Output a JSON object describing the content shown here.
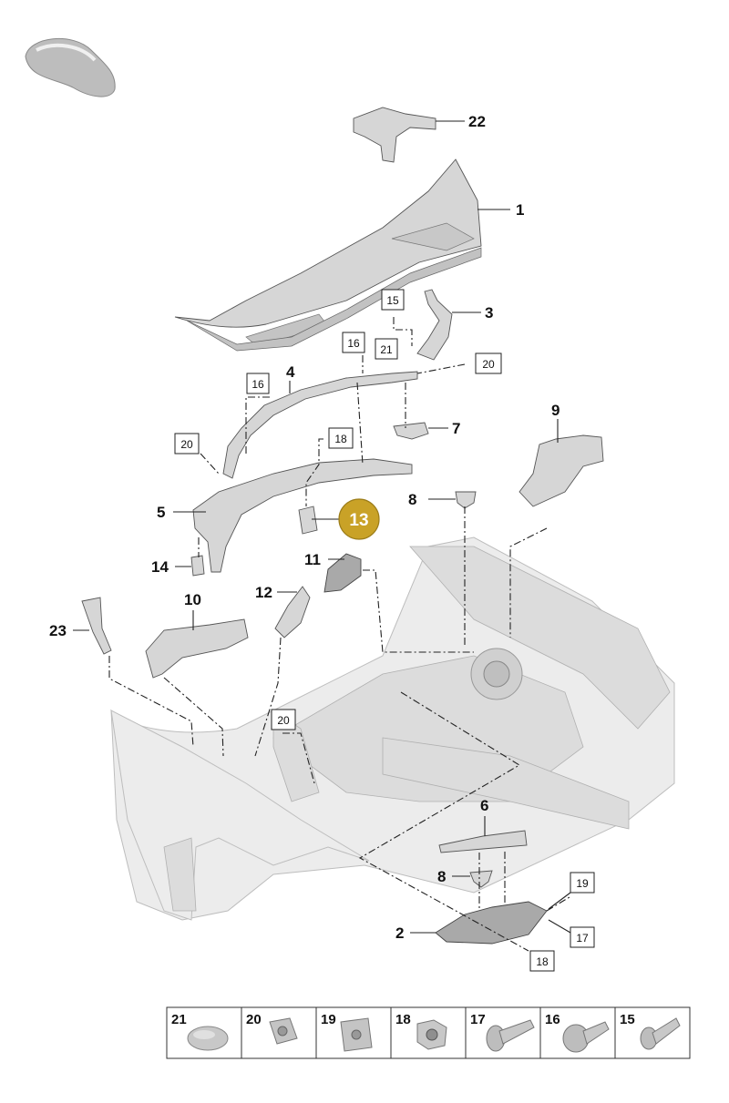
{
  "callouts": {
    "c1": "1",
    "c2": "2",
    "c3": "3",
    "c4": "4",
    "c5": "5",
    "c6": "6",
    "c7": "7",
    "c8a": "8",
    "c8b": "8",
    "c9": "9",
    "c10": "10",
    "c11": "11",
    "c12": "12",
    "c13": "13",
    "c14": "14",
    "c22": "22",
    "c23": "23"
  },
  "boxes": {
    "b15": "15",
    "b16a": "16",
    "b16b": "16",
    "b21": "21",
    "b20a": "20",
    "b20b": "20",
    "b20c": "20",
    "b18a": "18",
    "b18b": "18",
    "b19": "19",
    "b17": "17"
  },
  "legend": [
    {
      "num": "21",
      "icon": "round-plug-icon"
    },
    {
      "num": "20",
      "icon": "clip-nut-icon"
    },
    {
      "num": "19",
      "icon": "plate-nut-icon"
    },
    {
      "num": "18",
      "icon": "hex-nut-icon"
    },
    {
      "num": "17",
      "icon": "flange-screw-icon"
    },
    {
      "num": "16",
      "icon": "washer-screw-icon"
    },
    {
      "num": "15",
      "icon": "screw-icon"
    }
  ],
  "colors": {
    "highlight": "#c9a227",
    "part": "#d6d6d6"
  }
}
